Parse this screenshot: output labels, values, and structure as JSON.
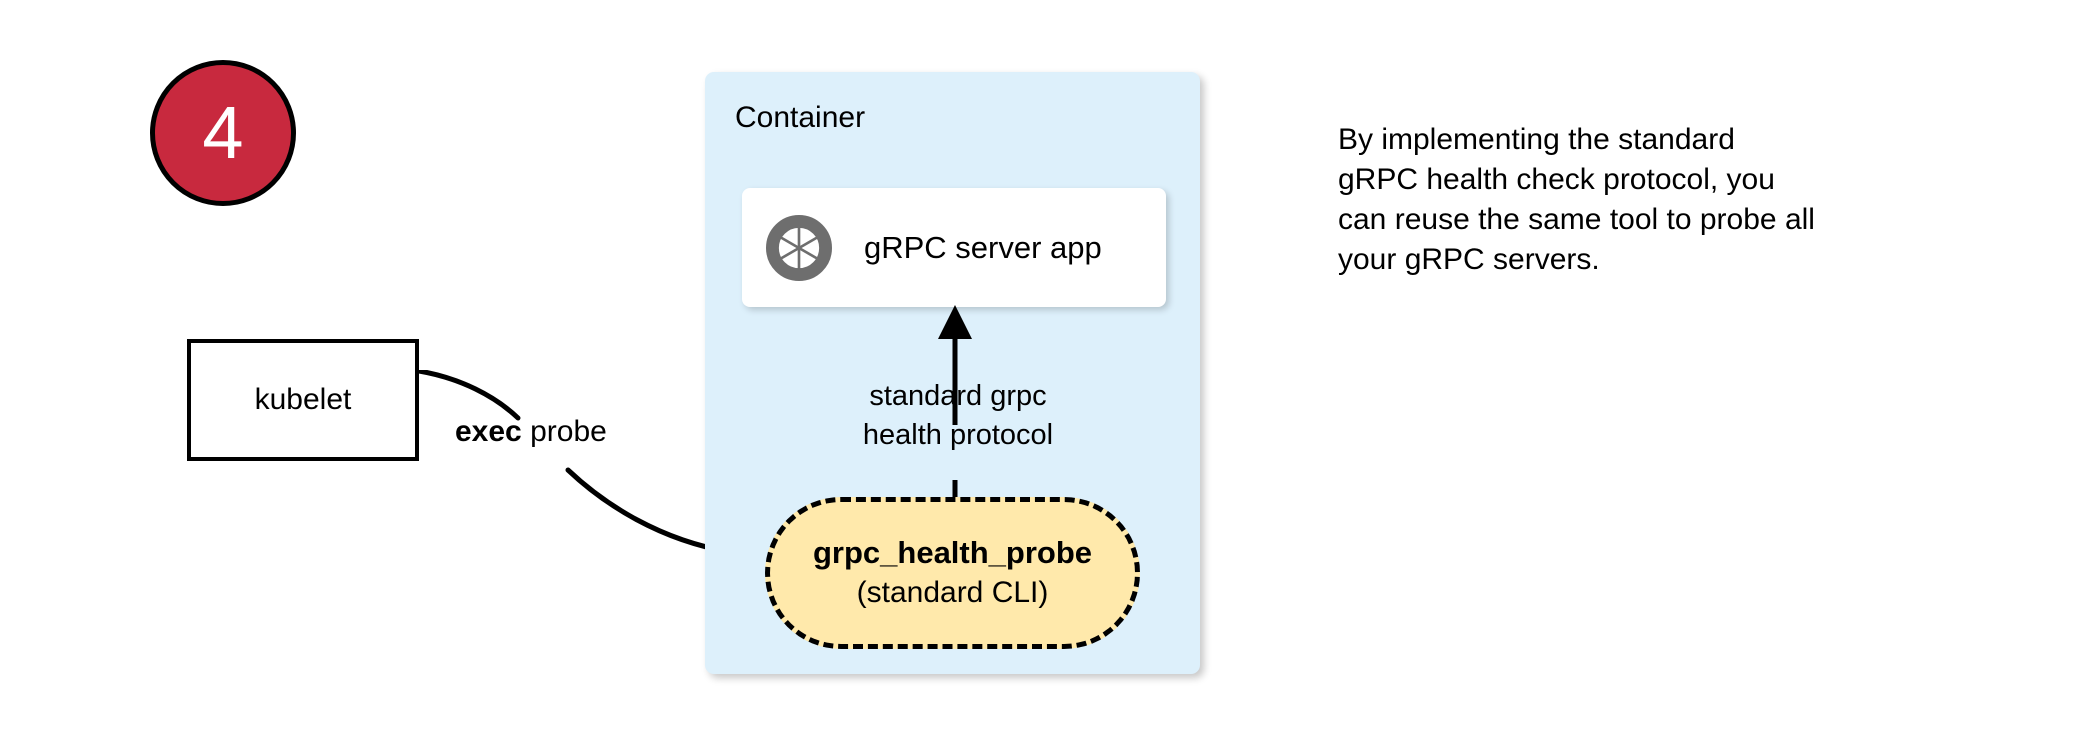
{
  "step": {
    "number": "4"
  },
  "kubelet": {
    "label": "kubelet"
  },
  "edges": {
    "exec_probe_bold": "exec",
    "exec_probe_rest": " probe",
    "protocol_line1": "standard grpc",
    "protocol_line2": "health protocol"
  },
  "container": {
    "title": "Container",
    "bg_color": "#ddf0fb",
    "server_app": {
      "label": "gRPC server app",
      "icon": "grpc-aperture-icon",
      "icon_color": "#6e6e6e"
    },
    "health_probe": {
      "title": "grpc_health_probe",
      "subtitle": "(standard CLI)",
      "fill_color": "#ffe9ab"
    }
  },
  "caption": {
    "line1": "By implementing the standard",
    "line2": "gRPC health check protocol, you",
    "line3": "can reuse the same tool to probe all",
    "line4": "your gRPC servers."
  },
  "colors": {
    "badge_fill": "#c8293e",
    "badge_text": "#ffffff",
    "stroke": "#000000"
  }
}
